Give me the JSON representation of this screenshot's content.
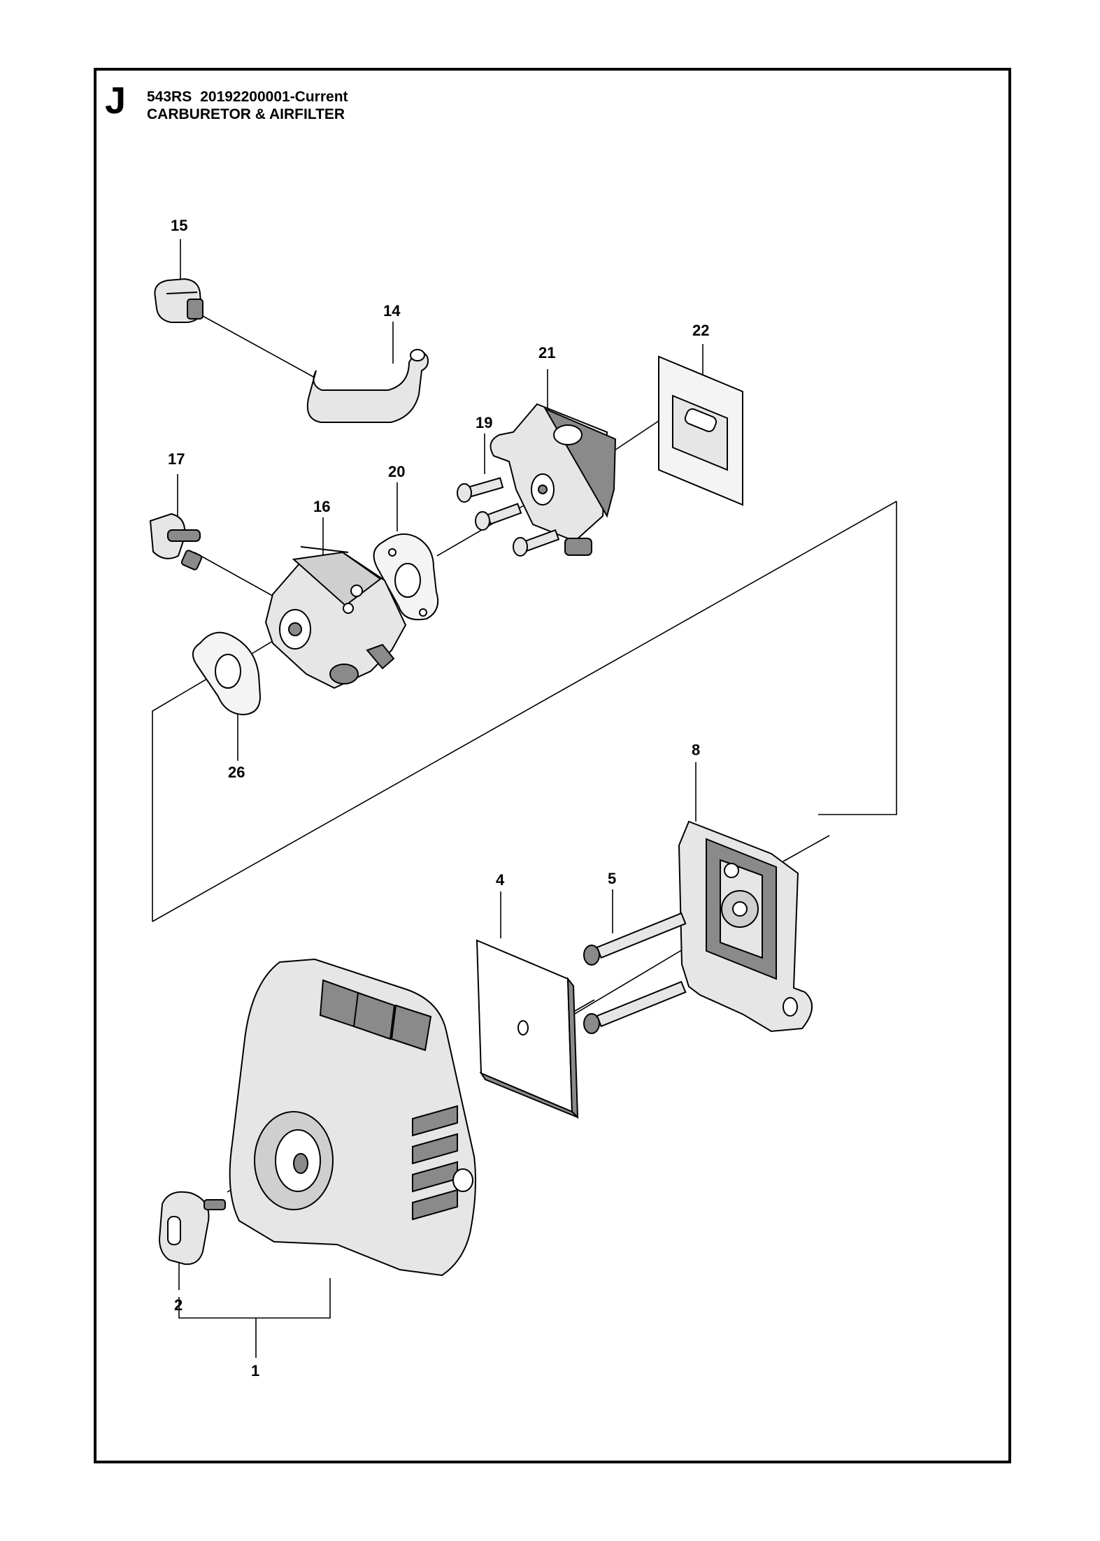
{
  "header": {
    "section_letter": "J",
    "model": "543RS",
    "part_code": "20192200001-Current",
    "title": "CARBURETOR & AIRFILTER"
  },
  "callouts": [
    "15",
    "14",
    "21",
    "22",
    "19",
    "17",
    "20",
    "16",
    "26",
    "8",
    "4",
    "5",
    "2",
    "1"
  ],
  "colors": {
    "line": "#000000",
    "part_fill": "#e6e6e6",
    "part_dark": "#8a8a8a",
    "background": "#ffffff"
  }
}
